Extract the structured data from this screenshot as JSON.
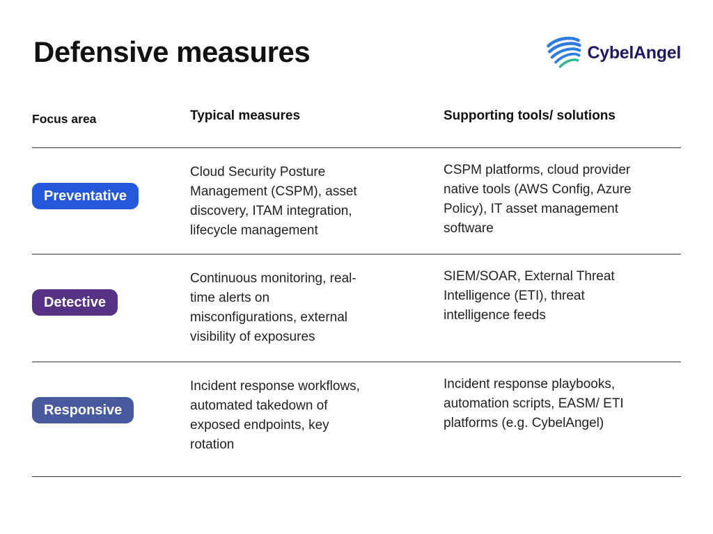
{
  "slide": {
    "title": "Defensive measures",
    "brand": "CybelAngel"
  },
  "table": {
    "columns": [
      {
        "label": "Focus area"
      },
      {
        "label": "Typical measures"
      },
      {
        "label": "Supporting tools/ solutions"
      }
    ],
    "rows": [
      {
        "focus_area": "Preventative",
        "badge_color": "#2457d9",
        "typical_measures": "Cloud Security Posture\nManagement (CSPM), asset\ndiscovery, ITAM integration,\nlifecycle management",
        "supporting_tools": "CSPM platforms, cloud provider\nnative tools (AWS Config, Azure\nPolicy), IT asset management\nsoftware"
      },
      {
        "focus_area": "Detective",
        "badge_color": "#553284",
        "typical_measures": "Continuous monitoring, real-\ntime alerts on\nmisconfigurations, external\nvisibility of exposures",
        "supporting_tools": "SIEM/SOAR, External Threat\nIntelligence (ETI), threat\nintelligence feeds"
      },
      {
        "focus_area": "Responsive",
        "badge_color": "#475a9e",
        "typical_measures": "Incident response workflows,\nautomated takedown of\nexposed endpoints, key\nrotation",
        "supporting_tools": "Incident response playbooks,\nautomation scripts, EASM/ ETI\nplatforms (e.g. CybelAngel)"
      }
    ]
  },
  "colors": {
    "badge_preventative": "#2457d9",
    "badge_detective": "#553284",
    "badge_responsive": "#475a9e",
    "brand_text": "#1e1962",
    "wing_blue": "#2f7ce0",
    "wing_teal": "#35b795",
    "divider": "#333333",
    "body_text": "#212121"
  }
}
